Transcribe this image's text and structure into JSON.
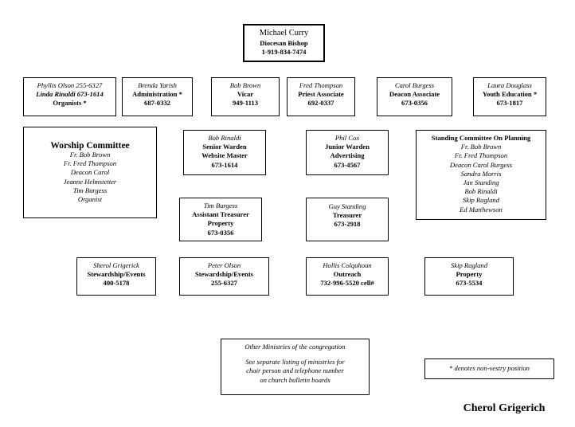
{
  "chart": {
    "root": {
      "lines": [
        "Michael Curry",
        "Diocesan Bishop",
        "1-919-834-7474"
      ]
    },
    "row1": [
      {
        "lines": [
          "Phyllis Olson 255-6327",
          "Linda Rinaldi 673-1614",
          "Organists *"
        ]
      },
      {
        "lines": [
          "Brenda Yarish",
          "Administration *",
          "687-0332"
        ]
      },
      {
        "lines": [
          "Bob Brown",
          "Vicar",
          "949-1113"
        ]
      },
      {
        "lines": [
          "Fred Thompson",
          "Priest Associate",
          "692-0337"
        ]
      },
      {
        "lines": [
          "Carol Burgess",
          "Deacon Associate",
          "673-0356"
        ]
      },
      {
        "lines": [
          "Laura Douglass",
          "Youth Education *",
          "673-1817"
        ]
      }
    ],
    "worship": {
      "title": "Worship Committee",
      "members": [
        "Fr. Bob Brown",
        "Fr. Fred Thompson",
        "Deacon Carol",
        "Jeanne Helmstetter",
        "Tim Burgess",
        "Organist"
      ]
    },
    "senior_warden": {
      "lines": [
        "Bob Rinaldi",
        "Senior Warden",
        "Website Master",
        "673-1614"
      ]
    },
    "junior_warden": {
      "lines": [
        "Phil Cox",
        "Junior Warden",
        "Advertising",
        "673-4567"
      ]
    },
    "planning": {
      "title": "Standing Committee On Planning",
      "members": [
        "Fr. Bob Brown",
        "Fr. Fred Thompson",
        "Deacon Carol Burgess",
        "Sandra Morris",
        "Jan Standing",
        "Bob Rinaldi",
        "Skip Ragland",
        "Ed Matthewson"
      ]
    },
    "asst_treasurer": {
      "lines": [
        "Tim Burgess",
        "Assistant Treasurer",
        "Property",
        "673-0356"
      ]
    },
    "treasurer": {
      "lines": [
        "Guy Standing",
        "Treasurer",
        "673-2918"
      ]
    },
    "row4": [
      {
        "lines": [
          "Sherol Grigerick",
          "Stewardship/Events",
          "400-5178"
        ]
      },
      {
        "lines": [
          "Peter Olson",
          "Stewardship/Events",
          "255-6327"
        ]
      },
      {
        "lines": [
          "Hollis Colquhoun",
          "Outreach",
          "732-996-5520 cell#"
        ]
      },
      {
        "lines": [
          "Skip Ragland",
          "Property",
          "673-5534"
        ]
      }
    ],
    "other": {
      "title": "Other Ministries of the congregation",
      "body": [
        "See separate listing of ministries for",
        "chair person and telephone number",
        "on church bulletin boards"
      ]
    },
    "note": "*  denotes non-vestry position",
    "signature": "Cherol Grigerich"
  }
}
